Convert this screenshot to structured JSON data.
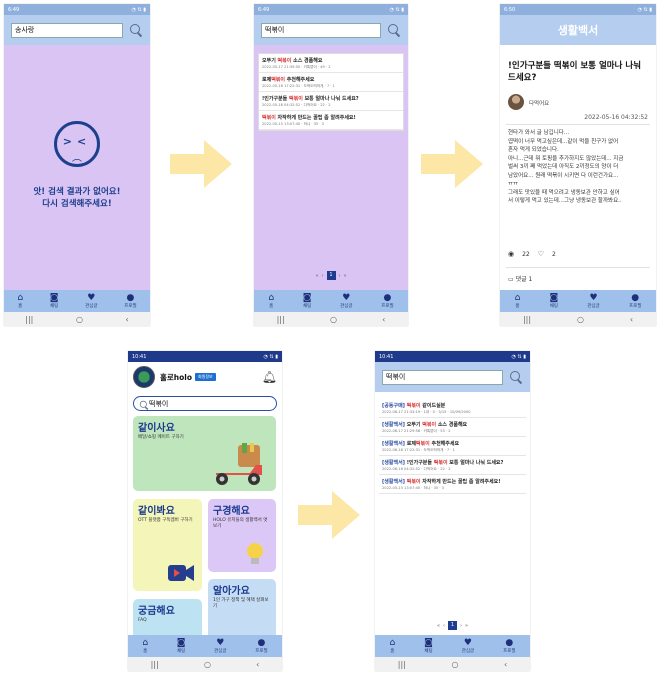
{
  "status": {
    "p1": {
      "time": "6:49",
      "icons": "◔ ⇅ ▮"
    },
    "p2": {
      "time": "6:49",
      "icons": "◔ ⇅ ▮"
    },
    "p3": {
      "time": "6:50",
      "icons": "◔ ⇅ ▮"
    },
    "p4": {
      "time": "10:41",
      "icons": "◔ ⇅ ▮"
    },
    "p5": {
      "time": "10:41",
      "icons": "◔ ⇅ ▮"
    }
  },
  "nav": {
    "home": "홈",
    "chat": "채팅",
    "interest": "관심글",
    "profile": "프로필"
  },
  "sysnav": {
    "recent": "|||",
    "home": "○",
    "back": "‹"
  },
  "screen1": {
    "query": "송사랑",
    "message_line1": "앗! 검색 결과가 없어요!",
    "message_line2": "다시 검색해주세요!"
  },
  "screen2": {
    "query": "떡볶이",
    "results": [
      {
        "pre": "오뚜기 ",
        "kw": "떡볶이",
        "post": " 소스 경품해요",
        "meta": "2022-05-17 21:39:50 · 카톡뿐이 · 49 · 2"
      },
      {
        "pre": "로제",
        "kw": "떡볶이",
        "post": " 추천해주세요",
        "meta": "2022-05-16 17:22:31 · 도떡도떡하게 · 7 · 1"
      },
      {
        "pre": "!인가구분들 ",
        "kw": "떡볶이",
        "post": " 보통 얼마나 나눠 드세요?",
        "meta": "2022-05-16 04:32:52 · 다먹어요 · 22 · 2"
      },
      {
        "pre": "",
        "kw": "떡볶이",
        "post": " 자작하게 만드는 꿀팁 좀 알려주세요!",
        "meta": "2022-05-15 13:07:40 · 하냐 · 35 · 3"
      }
    ],
    "pager": {
      "first": "«",
      "prev": "‹",
      "current": "1",
      "next": "›",
      "last": "»"
    }
  },
  "screen3": {
    "header": "생활백서",
    "title": "!인가구분들 떡볶이 보통 얼마나 나눠 드세요?",
    "author": "다먹어요",
    "date": "2022-05-16 04:32:52",
    "body": [
      "현타가 와서 글 남깁니다...",
      "엽떡이 너무 먹고싶은데...같이 먹을 친구가 없어",
      "혼자 먹게 되었습니다.",
      "아니...근데 뭐 토핑을 추가하지도 않았는데... 지금",
      "벌써 3끼 째 먹었는데 아직도 2끼정도의 양이 더",
      "남았어요... 원래 떡볶이 시키면 다 이런건가요...",
      "ㅠㅠ",
      "그래도 맛있을 때 먹으려고 냉동보관 안하고 싶어",
      "서 이렇게 먹고 있는데...그냥 냉동보관 할까봐요.."
    ],
    "views": "22",
    "likes": "2",
    "comments": "댓글 1"
  },
  "screen4": {
    "user": "홀로holo",
    "badge": "회원정보",
    "query": "떡볶이",
    "cards": {
      "together": {
        "title": "같이사요",
        "sub": "배달/쇼핑 메이트 구하기"
      },
      "watch": {
        "title": "같이봐요",
        "sub": "OTT 플랫폼 구독멤버 구하기"
      },
      "look": {
        "title": "구경해요",
        "sub": "HOLO 유저들의 생활백서 엿보기"
      },
      "faq": {
        "title": "궁금해요",
        "sub": "FAQ"
      },
      "know": {
        "title": "알아가요",
        "sub": "1인 가구 정책 및 혜택 살펴보기"
      }
    }
  },
  "screen5": {
    "query": "떡볶이",
    "results": [
      {
        "cat": "[공동구매] ",
        "pre": "",
        "kw": "떡볶이",
        "post": " 같이드실분",
        "meta": "2022-06-17 21:33:19 · 1대 · 0 · 3/15 · 10/09/2000"
      },
      {
        "cat": "[생활백서] ",
        "pre": "오뚜기 ",
        "kw": "떡볶이",
        "post": " 소스 경품해요",
        "meta": "2022-06-17 21:29:58 · 카톡뿐이 · 53 · 2"
      },
      {
        "cat": "[생활백서] ",
        "pre": "로제",
        "kw": "떡볶이",
        "post": " 추천해주세요",
        "meta": "2022-06-16 17:22:31 · 도떡도떡하게 · 7 · 1"
      },
      {
        "cat": "[생활백서] ",
        "pre": "!인가구분들 ",
        "kw": "떡볶이",
        "post": " 보통 얼마나 나눠 드세요?",
        "meta": "2022-06-16 04:32:52 · 다먹어요 · 22 · 2"
      },
      {
        "cat": "[생활백서] ",
        "pre": "",
        "kw": "떡볶이",
        "post": " 자작하게 만드는 꿀팁 좀 알려주세요!",
        "meta": "2022-05-15 13:07:40 · 하냐 · 35 · 3"
      }
    ],
    "pager": {
      "first": "«",
      "prev": "‹",
      "current": "1",
      "next": "›",
      "last": "»"
    }
  },
  "colors": {
    "arrow": "#fde7a6",
    "accent": "#1e3d8f",
    "lavender": "#d9c4f3",
    "header": "#b5cdef"
  }
}
